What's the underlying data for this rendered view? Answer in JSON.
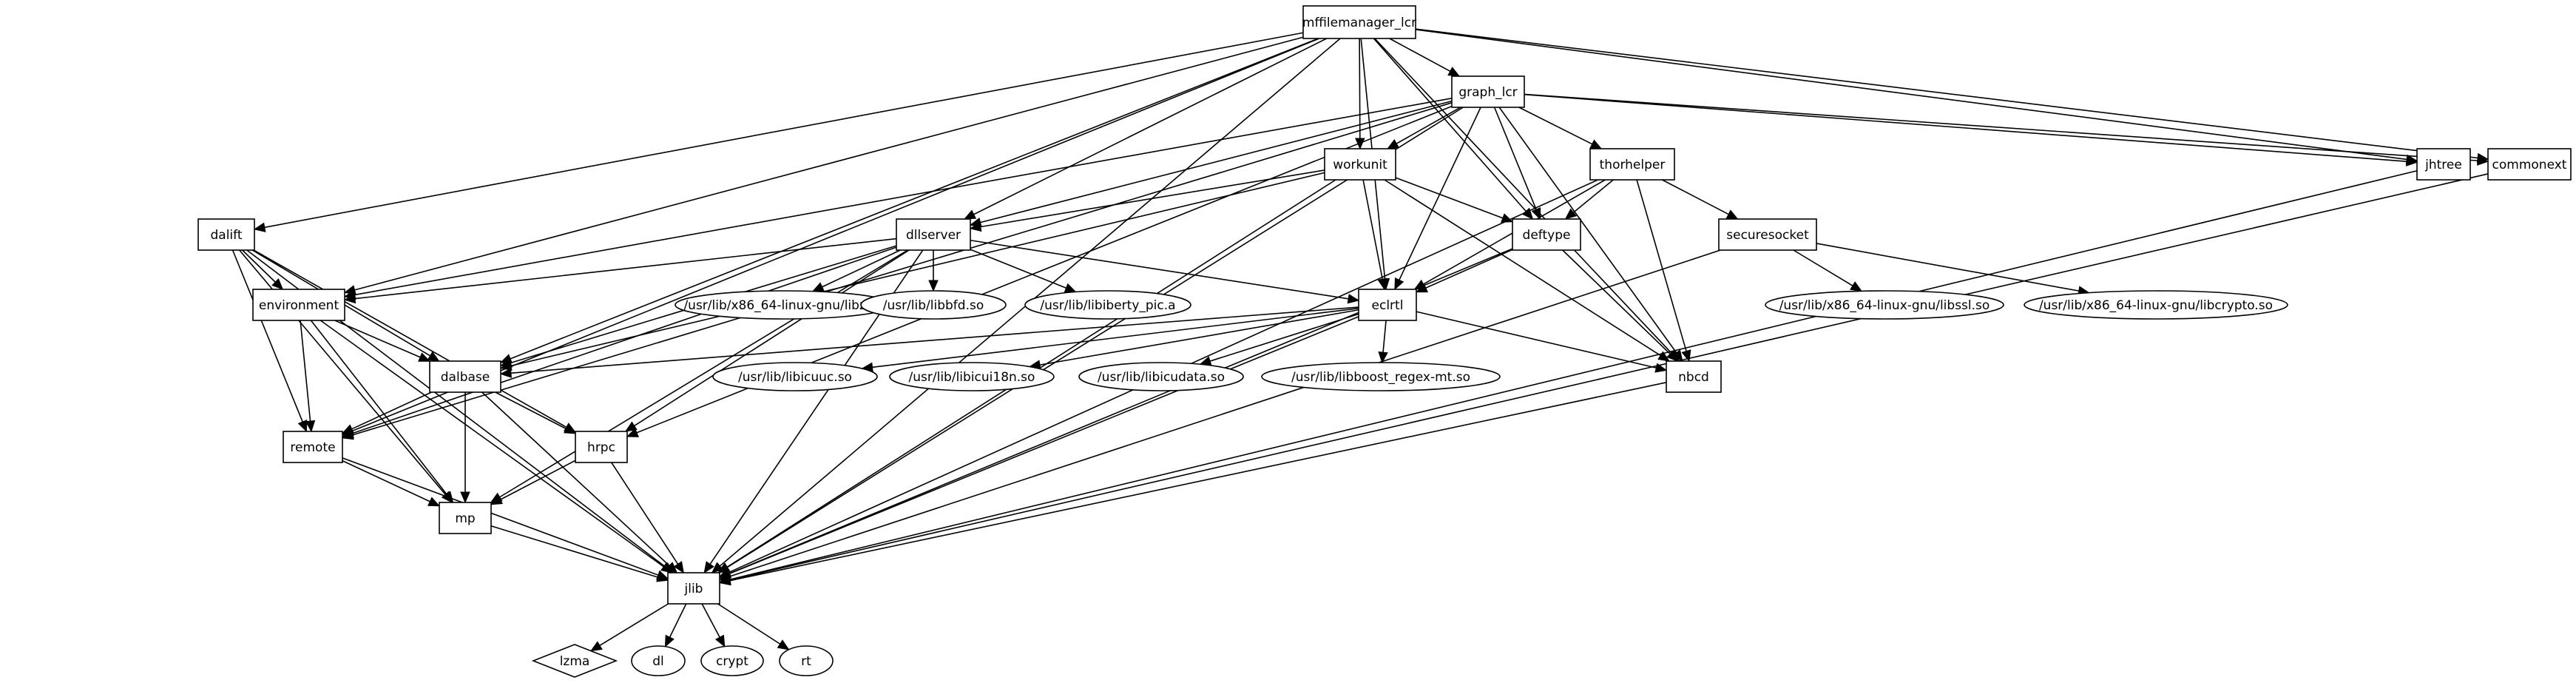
{
  "nodes": [
    {
      "id": "mffilemanager_lcr",
      "label": "mffilemanager_lcr",
      "shape": "box"
    },
    {
      "id": "graph_lcr",
      "label": "graph_lcr",
      "shape": "box"
    },
    {
      "id": "workunit",
      "label": "workunit",
      "shape": "box"
    },
    {
      "id": "thorhelper",
      "label": "thorhelper",
      "shape": "box"
    },
    {
      "id": "jhtree",
      "label": "jhtree",
      "shape": "box"
    },
    {
      "id": "commonext",
      "label": "commonext",
      "shape": "box"
    },
    {
      "id": "dalift",
      "label": "dalift",
      "shape": "box"
    },
    {
      "id": "dllserver",
      "label": "dllserver",
      "shape": "box"
    },
    {
      "id": "deftype",
      "label": "deftype",
      "shape": "box"
    },
    {
      "id": "securesocket",
      "label": "securesocket",
      "shape": "box"
    },
    {
      "id": "environment",
      "label": "environment",
      "shape": "box"
    },
    {
      "id": "libz",
      "label": "/usr/lib/x86_64-linux-gnu/libz.so",
      "shape": "ellipse"
    },
    {
      "id": "libbfd",
      "label": "/usr/lib/libbfd.so",
      "shape": "ellipse"
    },
    {
      "id": "libiberty",
      "label": "/usr/lib/libiberty_pic.a",
      "shape": "ellipse"
    },
    {
      "id": "eclrtl",
      "label": "eclrtl",
      "shape": "box"
    },
    {
      "id": "libssl",
      "label": "/usr/lib/x86_64-linux-gnu/libssl.so",
      "shape": "ellipse"
    },
    {
      "id": "libcrypto",
      "label": "/usr/lib/x86_64-linux-gnu/libcrypto.so",
      "shape": "ellipse"
    },
    {
      "id": "dalbase",
      "label": "dalbase",
      "shape": "box"
    },
    {
      "id": "libicuuc",
      "label": "/usr/lib/libicuuc.so",
      "shape": "ellipse"
    },
    {
      "id": "libicui18n",
      "label": "/usr/lib/libicui18n.so",
      "shape": "ellipse"
    },
    {
      "id": "libicudata",
      "label": "/usr/lib/libicudata.so",
      "shape": "ellipse"
    },
    {
      "id": "libboost",
      "label": "/usr/lib/libboost_regex-mt.so",
      "shape": "ellipse"
    },
    {
      "id": "nbcd",
      "label": "nbcd",
      "shape": "box"
    },
    {
      "id": "remote",
      "label": "remote",
      "shape": "box"
    },
    {
      "id": "hrpc",
      "label": "hrpc",
      "shape": "box"
    },
    {
      "id": "mp",
      "label": "mp",
      "shape": "box"
    },
    {
      "id": "jlib",
      "label": "jlib",
      "shape": "box"
    },
    {
      "id": "lzma",
      "label": "lzma",
      "shape": "diamond"
    },
    {
      "id": "dl",
      "label": "dl",
      "shape": "ellipse"
    },
    {
      "id": "crypt",
      "label": "crypt",
      "shape": "ellipse"
    },
    {
      "id": "rt",
      "label": "rt",
      "shape": "ellipse"
    }
  ],
  "edges": [
    [
      "mffilemanager_lcr",
      "graph_lcr"
    ],
    [
      "mffilemanager_lcr",
      "workunit"
    ],
    [
      "mffilemanager_lcr",
      "jhtree"
    ],
    [
      "mffilemanager_lcr",
      "commonext"
    ],
    [
      "mffilemanager_lcr",
      "dalift"
    ],
    [
      "mffilemanager_lcr",
      "dllserver"
    ],
    [
      "mffilemanager_lcr",
      "deftype"
    ],
    [
      "mffilemanager_lcr",
      "environment"
    ],
    [
      "mffilemanager_lcr",
      "eclrtl"
    ],
    [
      "mffilemanager_lcr",
      "dalbase"
    ],
    [
      "mffilemanager_lcr",
      "nbcd"
    ],
    [
      "mffilemanager_lcr",
      "remote"
    ],
    [
      "mffilemanager_lcr",
      "jlib"
    ],
    [
      "graph_lcr",
      "workunit"
    ],
    [
      "graph_lcr",
      "thorhelper"
    ],
    [
      "graph_lcr",
      "jhtree"
    ],
    [
      "graph_lcr",
      "commonext"
    ],
    [
      "graph_lcr",
      "dllserver"
    ],
    [
      "graph_lcr",
      "deftype"
    ],
    [
      "graph_lcr",
      "environment"
    ],
    [
      "graph_lcr",
      "eclrtl"
    ],
    [
      "graph_lcr",
      "nbcd"
    ],
    [
      "graph_lcr",
      "remote"
    ],
    [
      "graph_lcr",
      "hrpc"
    ],
    [
      "graph_lcr",
      "jlib"
    ],
    [
      "workunit",
      "dllserver"
    ],
    [
      "workunit",
      "deftype"
    ],
    [
      "workunit",
      "eclrtl"
    ],
    [
      "workunit",
      "dalbase"
    ],
    [
      "workunit",
      "nbcd"
    ],
    [
      "workunit",
      "jlib"
    ],
    [
      "thorhelper",
      "deftype"
    ],
    [
      "thorhelper",
      "securesocket"
    ],
    [
      "thorhelper",
      "eclrtl"
    ],
    [
      "thorhelper",
      "nbcd"
    ],
    [
      "thorhelper",
      "jlib"
    ],
    [
      "jhtree",
      "jlib"
    ],
    [
      "commonext",
      "jlib"
    ],
    [
      "dalift",
      "environment"
    ],
    [
      "dalift",
      "dalbase"
    ],
    [
      "dalift",
      "remote"
    ],
    [
      "dalift",
      "hrpc"
    ],
    [
      "dalift",
      "mp"
    ],
    [
      "dalift",
      "jlib"
    ],
    [
      "dllserver",
      "environment"
    ],
    [
      "dllserver",
      "libz"
    ],
    [
      "dllserver",
      "libbfd"
    ],
    [
      "dllserver",
      "libiberty"
    ],
    [
      "dllserver",
      "eclrtl"
    ],
    [
      "dllserver",
      "dalbase"
    ],
    [
      "dllserver",
      "remote"
    ],
    [
      "dllserver",
      "mp"
    ],
    [
      "dllserver",
      "hrpc"
    ],
    [
      "dllserver",
      "jlib"
    ],
    [
      "deftype",
      "eclrtl"
    ],
    [
      "deftype",
      "nbcd"
    ],
    [
      "deftype",
      "jlib"
    ],
    [
      "securesocket",
      "libssl"
    ],
    [
      "securesocket",
      "libcrypto"
    ],
    [
      "securesocket",
      "jlib"
    ],
    [
      "environment",
      "dalbase"
    ],
    [
      "environment",
      "remote"
    ],
    [
      "environment",
      "mp"
    ],
    [
      "environment",
      "jlib"
    ],
    [
      "eclrtl",
      "dalbase"
    ],
    [
      "eclrtl",
      "libicuuc"
    ],
    [
      "eclrtl",
      "libicui18n"
    ],
    [
      "eclrtl",
      "libicudata"
    ],
    [
      "eclrtl",
      "libboost"
    ],
    [
      "eclrtl",
      "nbcd"
    ],
    [
      "eclrtl",
      "jlib"
    ],
    [
      "dalbase",
      "remote"
    ],
    [
      "dalbase",
      "hrpc"
    ],
    [
      "dalbase",
      "mp"
    ],
    [
      "dalbase",
      "jlib"
    ],
    [
      "nbcd",
      "jlib"
    ],
    [
      "remote",
      "mp"
    ],
    [
      "remote",
      "jlib"
    ],
    [
      "hrpc",
      "mp"
    ],
    [
      "hrpc",
      "jlib"
    ],
    [
      "mp",
      "jlib"
    ],
    [
      "jlib",
      "lzma"
    ],
    [
      "jlib",
      "dl"
    ],
    [
      "jlib",
      "crypt"
    ],
    [
      "jlib",
      "rt"
    ]
  ]
}
